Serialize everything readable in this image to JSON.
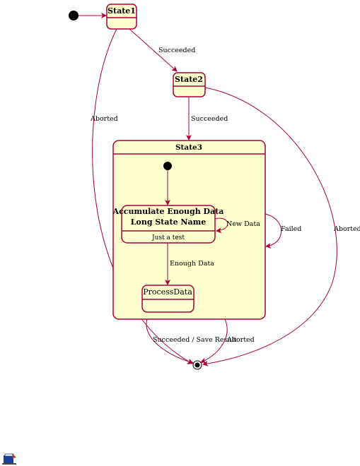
{
  "diagram": {
    "states": {
      "state1": "State1",
      "state2": "State2",
      "state3": "State3",
      "accumulate_line1": "Accumulate Enough Data",
      "accumulate_line2": "Long State Name",
      "accumulate_body": "Just a test",
      "process_data": "ProcessData"
    },
    "transitions": {
      "s1_s2": "Succeeded",
      "s1_end": "Aborted",
      "s2_s3": "Succeeded",
      "s2_end": "Aborted",
      "acc_self": "New Data",
      "acc_process": "Enough Data",
      "s3_self": "Failed",
      "s3_end_succeeded": "Succeeded / Save Result",
      "s3_end_aborted": "Aborted"
    }
  },
  "colors": {
    "state_fill": "#fefece",
    "state_border": "#a80036",
    "edge": "#a80036",
    "node": "#000000"
  },
  "icons": [
    "document-icon"
  ]
}
